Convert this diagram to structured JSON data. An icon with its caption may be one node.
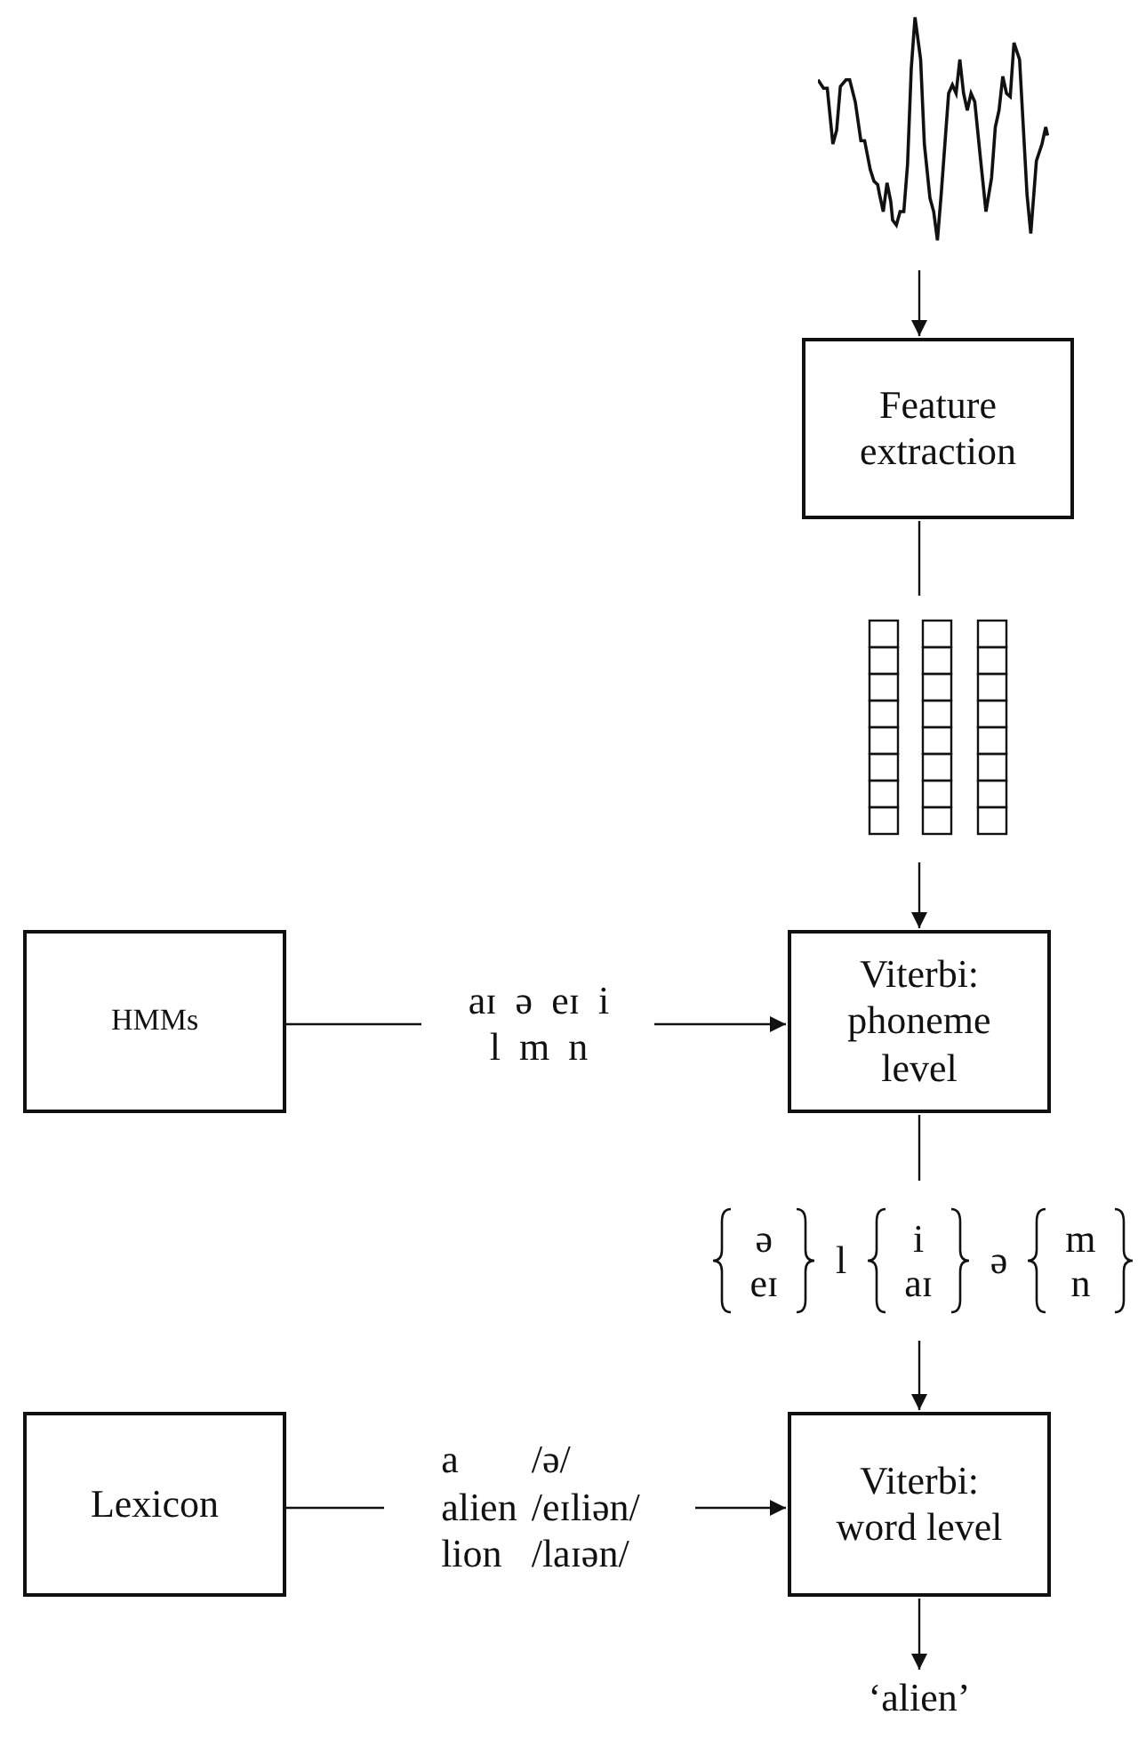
{
  "diagram": {
    "nodes": [
      {
        "text": [],
        "shape": "picture"
      },
      {
        "text": [
          "Feature extraction"
        ]
      },
      {
        "text": [],
        "shape": "picture"
      },
      {
        "text": [
          "HMMs"
        ]
      },
      {
        "text": [
          "aɪ ə eɪ i l m n"
        ]
      },
      {
        "text": [
          "Viterbi: phoneme level"
        ]
      },
      {
        "text": [
          "ə eɪ",
          "l",
          "i aɪ",
          "ə",
          "m n"
        ]
      },
      {
        "text": [
          "Lexicon"
        ]
      },
      {
        "text": [
          "a",
          "/ə/",
          "alien",
          "/eɪliən/",
          "lion",
          "/laɪən/"
        ]
      },
      {
        "text": [
          "Viterbi: word level"
        ]
      },
      {
        "text": [
          "‘alien’"
        ]
      }
    ],
    "edges": [
      {
        "from": 0,
        "to": 1,
        "arrow": "to"
      },
      {
        "from": 1,
        "to": 2,
        "arrow": "none"
      },
      {
        "from": 2,
        "to": 5,
        "arrow": "to"
      },
      {
        "from": 3,
        "to": 4,
        "arrow": "none"
      },
      {
        "from": 4,
        "to": 5,
        "arrow": "to"
      },
      {
        "from": 5,
        "to": 6,
        "arrow": "none"
      },
      {
        "from": 6,
        "to": 9,
        "arrow": "to"
      },
      {
        "from": 7,
        "to": 8,
        "arrow": "none"
      },
      {
        "from": 8,
        "to": 9,
        "arrow": "to"
      },
      {
        "from": 9,
        "to": 10,
        "arrow": "to"
      }
    ]
  }
}
